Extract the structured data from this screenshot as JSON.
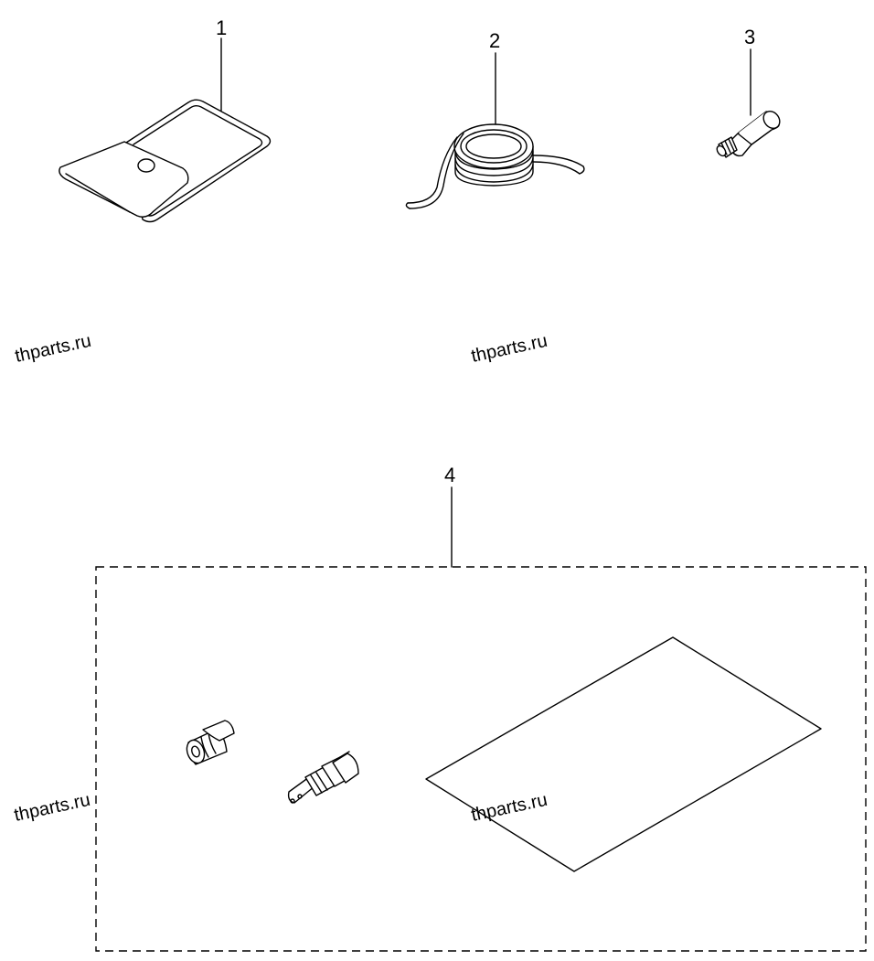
{
  "callouts": {
    "c1": "1",
    "c2": "2",
    "c3": "3",
    "c4": "4"
  },
  "watermarks": {
    "w1": "thparts.ru",
    "w2": "thparts.ru",
    "w3": "thparts.ru",
    "w4": "thparts.ru"
  },
  "colors": {
    "line": "#000000",
    "background": "#ffffff"
  },
  "parts": [
    {
      "callout": "1",
      "icon": "tool-pouch-icon"
    },
    {
      "callout": "2",
      "icon": "coiled-wire-icon"
    },
    {
      "callout": "3",
      "icon": "threaded-pin-icon"
    },
    {
      "callout": "4",
      "icon": "kit-group",
      "contents": [
        "jet-icon",
        "needle-jet-icon",
        "gasket-sheet-icon"
      ]
    }
  ]
}
